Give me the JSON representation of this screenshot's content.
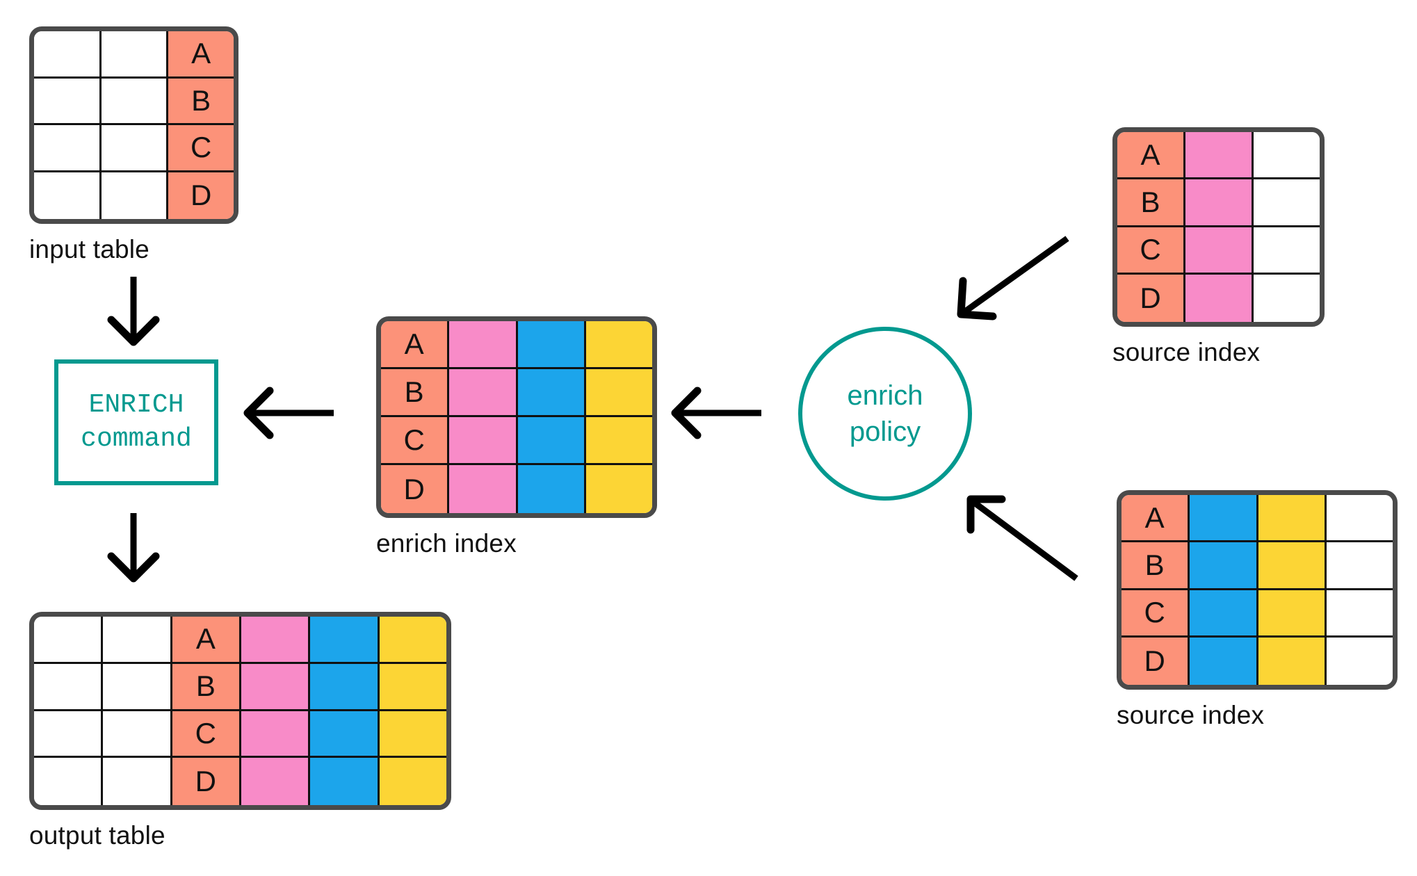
{
  "palette": {
    "salmon": "#fc9279",
    "pink": "#f88bc8",
    "blue": "#1ca5eb",
    "yellow": "#fcd535",
    "white": "#ffffff",
    "teal": "#02998f",
    "table_border": "#4a4a4a",
    "cell_border": "#111111",
    "arrow": "#000000"
  },
  "input_table": {
    "caption": "input table",
    "rows": [
      [
        {
          "color": "white",
          "text": ""
        },
        {
          "color": "white",
          "text": ""
        },
        {
          "color": "salmon",
          "text": "A"
        }
      ],
      [
        {
          "color": "white",
          "text": ""
        },
        {
          "color": "white",
          "text": ""
        },
        {
          "color": "salmon",
          "text": "B"
        }
      ],
      [
        {
          "color": "white",
          "text": ""
        },
        {
          "color": "white",
          "text": ""
        },
        {
          "color": "salmon",
          "text": "C"
        }
      ],
      [
        {
          "color": "white",
          "text": ""
        },
        {
          "color": "white",
          "text": ""
        },
        {
          "color": "salmon",
          "text": "D"
        }
      ]
    ]
  },
  "enrich_command": {
    "line1": "ENRICH",
    "line2": "command"
  },
  "enrich_index": {
    "caption": "enrich index",
    "rows": [
      [
        {
          "color": "salmon",
          "text": "A"
        },
        {
          "color": "pink",
          "text": ""
        },
        {
          "color": "blue",
          "text": ""
        },
        {
          "color": "yellow",
          "text": ""
        }
      ],
      [
        {
          "color": "salmon",
          "text": "B"
        },
        {
          "color": "pink",
          "text": ""
        },
        {
          "color": "blue",
          "text": ""
        },
        {
          "color": "yellow",
          "text": ""
        }
      ],
      [
        {
          "color": "salmon",
          "text": "C"
        },
        {
          "color": "pink",
          "text": ""
        },
        {
          "color": "blue",
          "text": ""
        },
        {
          "color": "yellow",
          "text": ""
        }
      ],
      [
        {
          "color": "salmon",
          "text": "D"
        },
        {
          "color": "pink",
          "text": ""
        },
        {
          "color": "blue",
          "text": ""
        },
        {
          "color": "yellow",
          "text": ""
        }
      ]
    ]
  },
  "enrich_policy": {
    "line1": "enrich",
    "line2": "policy"
  },
  "source_index_top": {
    "caption": "source index",
    "rows": [
      [
        {
          "color": "salmon",
          "text": "A"
        },
        {
          "color": "pink",
          "text": ""
        },
        {
          "color": "white",
          "text": ""
        }
      ],
      [
        {
          "color": "salmon",
          "text": "B"
        },
        {
          "color": "pink",
          "text": ""
        },
        {
          "color": "white",
          "text": ""
        }
      ],
      [
        {
          "color": "salmon",
          "text": "C"
        },
        {
          "color": "pink",
          "text": ""
        },
        {
          "color": "white",
          "text": ""
        }
      ],
      [
        {
          "color": "salmon",
          "text": "D"
        },
        {
          "color": "pink",
          "text": ""
        },
        {
          "color": "white",
          "text": ""
        }
      ]
    ]
  },
  "source_index_bottom": {
    "caption": "source index",
    "rows": [
      [
        {
          "color": "salmon",
          "text": "A"
        },
        {
          "color": "blue",
          "text": ""
        },
        {
          "color": "yellow",
          "text": ""
        },
        {
          "color": "white",
          "text": ""
        }
      ],
      [
        {
          "color": "salmon",
          "text": "B"
        },
        {
          "color": "blue",
          "text": ""
        },
        {
          "color": "yellow",
          "text": ""
        },
        {
          "color": "white",
          "text": ""
        }
      ],
      [
        {
          "color": "salmon",
          "text": "C"
        },
        {
          "color": "blue",
          "text": ""
        },
        {
          "color": "yellow",
          "text": ""
        },
        {
          "color": "white",
          "text": ""
        }
      ],
      [
        {
          "color": "salmon",
          "text": "D"
        },
        {
          "color": "blue",
          "text": ""
        },
        {
          "color": "yellow",
          "text": ""
        },
        {
          "color": "white",
          "text": ""
        }
      ]
    ]
  },
  "output_table": {
    "caption": "output table",
    "rows": [
      [
        {
          "color": "white",
          "text": ""
        },
        {
          "color": "white",
          "text": ""
        },
        {
          "color": "salmon",
          "text": "A"
        },
        {
          "color": "pink",
          "text": ""
        },
        {
          "color": "blue",
          "text": ""
        },
        {
          "color": "yellow",
          "text": ""
        }
      ],
      [
        {
          "color": "white",
          "text": ""
        },
        {
          "color": "white",
          "text": ""
        },
        {
          "color": "salmon",
          "text": "B"
        },
        {
          "color": "pink",
          "text": ""
        },
        {
          "color": "blue",
          "text": ""
        },
        {
          "color": "yellow",
          "text": ""
        }
      ],
      [
        {
          "color": "white",
          "text": ""
        },
        {
          "color": "white",
          "text": ""
        },
        {
          "color": "salmon",
          "text": "C"
        },
        {
          "color": "pink",
          "text": ""
        },
        {
          "color": "blue",
          "text": ""
        },
        {
          "color": "yellow",
          "text": ""
        }
      ],
      [
        {
          "color": "white",
          "text": ""
        },
        {
          "color": "white",
          "text": ""
        },
        {
          "color": "salmon",
          "text": "D"
        },
        {
          "color": "pink",
          "text": ""
        },
        {
          "color": "blue",
          "text": ""
        },
        {
          "color": "yellow",
          "text": ""
        }
      ]
    ]
  },
  "arrows": [
    {
      "name": "input-to-command-arrow",
      "direction": "down"
    },
    {
      "name": "command-to-output-arrow",
      "direction": "down"
    },
    {
      "name": "enrich-index-to-command-arrow",
      "direction": "left"
    },
    {
      "name": "policy-to-enrich-index-arrow",
      "direction": "left"
    },
    {
      "name": "source-top-to-policy-arrow",
      "direction": "down-left"
    },
    {
      "name": "source-bottom-to-policy-arrow",
      "direction": "up-left"
    }
  ]
}
